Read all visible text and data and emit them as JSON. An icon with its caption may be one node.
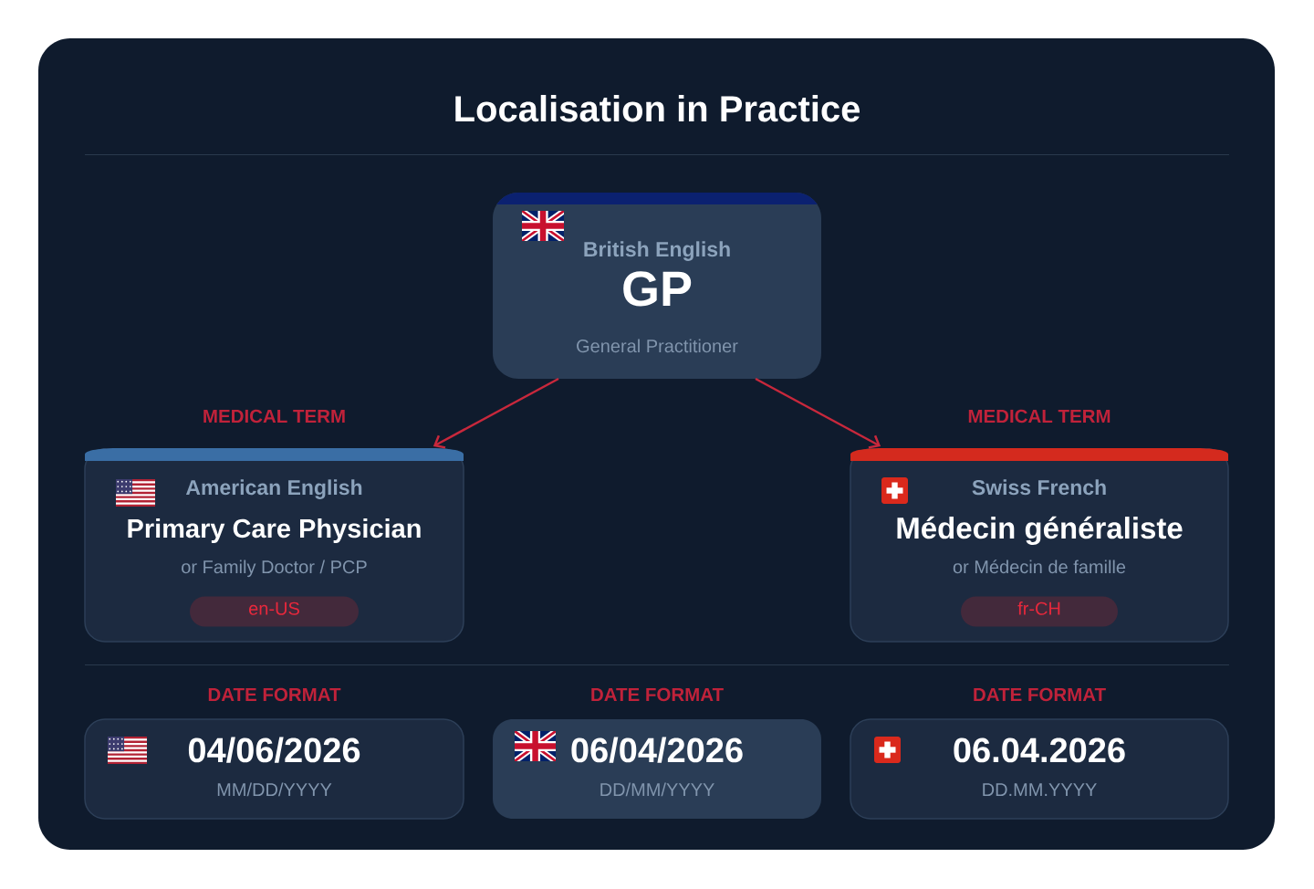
{
  "diagram": {
    "title": "Localisation in Practice",
    "nodes": [
      {
        "text": [
          "British English",
          "GP",
          "General Practitioner"
        ]
      },
      {
        "text": [
          "American English",
          "Primary Care Physician",
          "or Family Doctor / PCP"
        ],
        "beside": [
          "MEDICAL TERM"
        ]
      },
      {
        "text": [
          "en-US"
        ],
        "in": 1
      },
      {
        "text": [
          "Swiss French",
          "Médecin généraliste",
          "or Médecin de famille"
        ],
        "beside": [
          "MEDICAL TERM"
        ]
      },
      {
        "text": [
          "fr-CH"
        ],
        "in": 3
      },
      {
        "text": [
          "04/06/2026",
          "MM/DD/YYYY"
        ],
        "beside": [
          "DATE FORMAT"
        ]
      },
      {
        "text": [
          "06/04/2026",
          "DD/MM/YYYY"
        ],
        "beside": [
          "DATE FORMAT"
        ]
      },
      {
        "text": [
          "06.04.2026",
          "DD.MM.YYYY"
        ],
        "beside": [
          "DATE FORMAT"
        ]
      }
    ],
    "edges": [
      {
        "from": 0,
        "to": 1,
        "arrow": "to"
      },
      {
        "from": 0,
        "to": 3,
        "arrow": "to"
      }
    ]
  }
}
